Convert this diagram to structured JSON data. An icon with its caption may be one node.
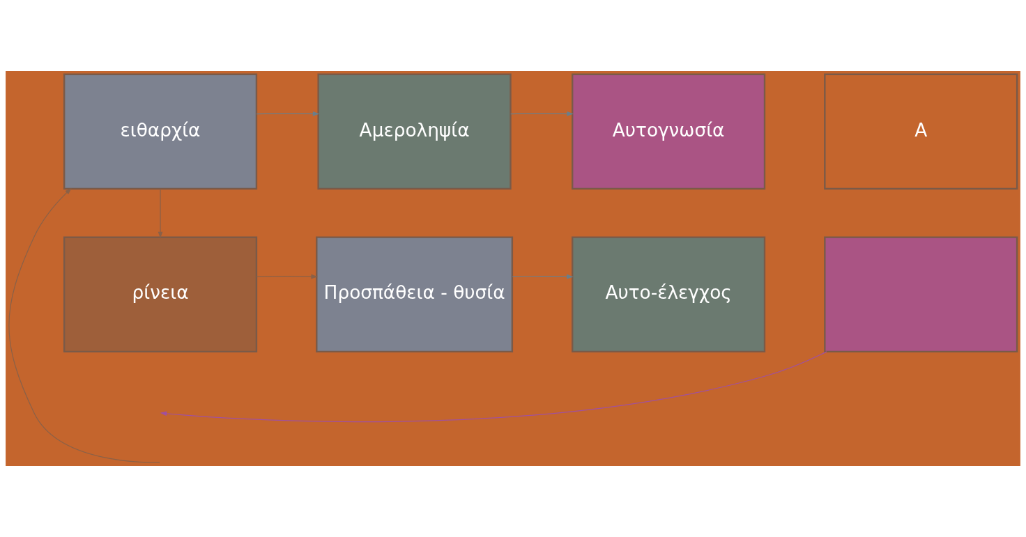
{
  "diagram": {
    "nodes": [
      {
        "text": [
          "ειθαρχία"
        ]
      },
      {
        "text": [
          "Αμεροληψία"
        ]
      },
      {
        "text": [
          "Αυτογνωσία"
        ]
      },
      {
        "text": [
          "Α"
        ]
      },
      {
        "text": [
          "ρίνεια"
        ]
      },
      {
        "text": [
          "Προσπάθεια - θυσία"
        ]
      },
      {
        "text": [
          "Αυτο-έλεγχος"
        ]
      },
      {
        "text": [],
        "shape": "box"
      }
    ],
    "edges": [
      {
        "from": null,
        "to": 0,
        "arrow": "to",
        "color": "#8a6148"
      },
      {
        "from": 0,
        "to": 1,
        "arrow": "to"
      },
      {
        "from": 1,
        "to": 2,
        "arrow": "to"
      },
      {
        "from": 0,
        "to": 4,
        "arrow": "to",
        "color": "#8a6148"
      },
      {
        "from": 4,
        "to": 5,
        "arrow": "to",
        "color": "#8a6148"
      },
      {
        "from": 5,
        "to": 6,
        "arrow": "to"
      },
      {
        "from": 7,
        "to": null,
        "arrow": "to",
        "color": "#a050a0"
      }
    ]
  }
}
